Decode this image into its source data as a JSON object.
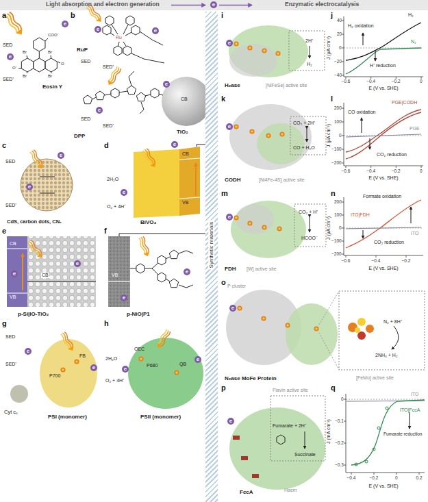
{
  "diagram": {
    "nodes": [
      {
        "text": [
          "Light absorption and electron generation",
          "Enzymatic electrocatalysis"
        ]
      },
      {
        "text": [
          "Synthetic materials"
        ]
      }
    ],
    "labels": [
      "a",
      "b",
      "c",
      "d",
      "e",
      "f",
      "g",
      "h",
      "i",
      "j",
      "k",
      "l",
      "m",
      "n",
      "o",
      "p",
      "q",
      "Eosin Y",
      "SED",
      "SED⁺",
      "RuP",
      "SED",
      "SED⁺",
      "Ru",
      "CB",
      "TiO₂",
      "DPP",
      "SED",
      "SED⁺",
      "CdS, carbon dots, CNₓ",
      "SED",
      "SED⁺",
      "CB",
      "VB",
      "BiVO₄",
      "2H₂O",
      "O₂ + 4H⁺",
      "CB",
      "VB",
      "CB",
      "p-Si|IO-TiO₂",
      "VB",
      "p-NiO|P1",
      "SED",
      "SED⁺",
      "Cyt c₆",
      "PSI (monomer)",
      "P700",
      "FB",
      "2H₂O",
      "O₂ + 4H⁺",
      "OEC",
      "P680",
      "QB",
      "PSII (monomer)",
      "H₂ase",
      "[NiFeSe] active site",
      "2H⁺",
      "H₂",
      "J (μA cm⁻²)",
      "H₂",
      "N₂",
      "H₂ oxidation",
      "H⁺ reduction",
      "40",
      "20",
      "0",
      "−20",
      "−40",
      "−0.6",
      "−0.4",
      "−0.2",
      "0",
      "E (V vs. SHE)",
      "CODH",
      "[Ni4Fe-4S] active site",
      "CO₂ + 2H⁺",
      "CO + H₂O",
      "J (μA cm⁻²)",
      "PGE|CODH",
      "PGE",
      "CO oxidation",
      "CO₂ reduction",
      "200",
      "100",
      "0",
      "−100",
      "−200",
      "−0.6",
      "−0.4",
      "−0.2",
      "0",
      "E (V vs. SHE)",
      "FDH",
      "[W] active site",
      "CO₂ + H⁺",
      "HCOO⁻",
      "J (μA cm⁻²)",
      "Formate oxidation",
      "ITO|FDH",
      "ITO",
      "CO₂ reduction",
      "200",
      "100",
      "0",
      "−100",
      "−200",
      "−0.6",
      "−0.4",
      "−0.2",
      "E (V vs. SHE)",
      "P cluster",
      "N₂ase MoFe Protein",
      "[FeMo] active site",
      "N₂ + 8H⁺",
      "2NH₃ + H₂",
      "Flavin active site",
      "Fumarate + 2H⁺",
      "Succinate",
      "Haem",
      "FccA",
      "J (mA cm⁻²)",
      "ITO|FccA",
      "ITO",
      "Fumarate reduction",
      "0",
      "−0.1",
      "−0.2",
      "−0.3",
      "−0.4",
      "−0.2",
      "0",
      "0.2",
      "E (V vs. SHE)",
      "e",
      "e",
      "e",
      "e",
      "e",
      "e",
      "e",
      "e",
      "e",
      "e",
      "e",
      "e",
      "e",
      "e",
      "e",
      "e",
      "e",
      "e",
      "e",
      "e",
      "e",
      "e",
      "e",
      "e",
      "COO⁻",
      "Br",
      "Br",
      "Br",
      "Br",
      "O⁻",
      "O"
    ]
  }
}
